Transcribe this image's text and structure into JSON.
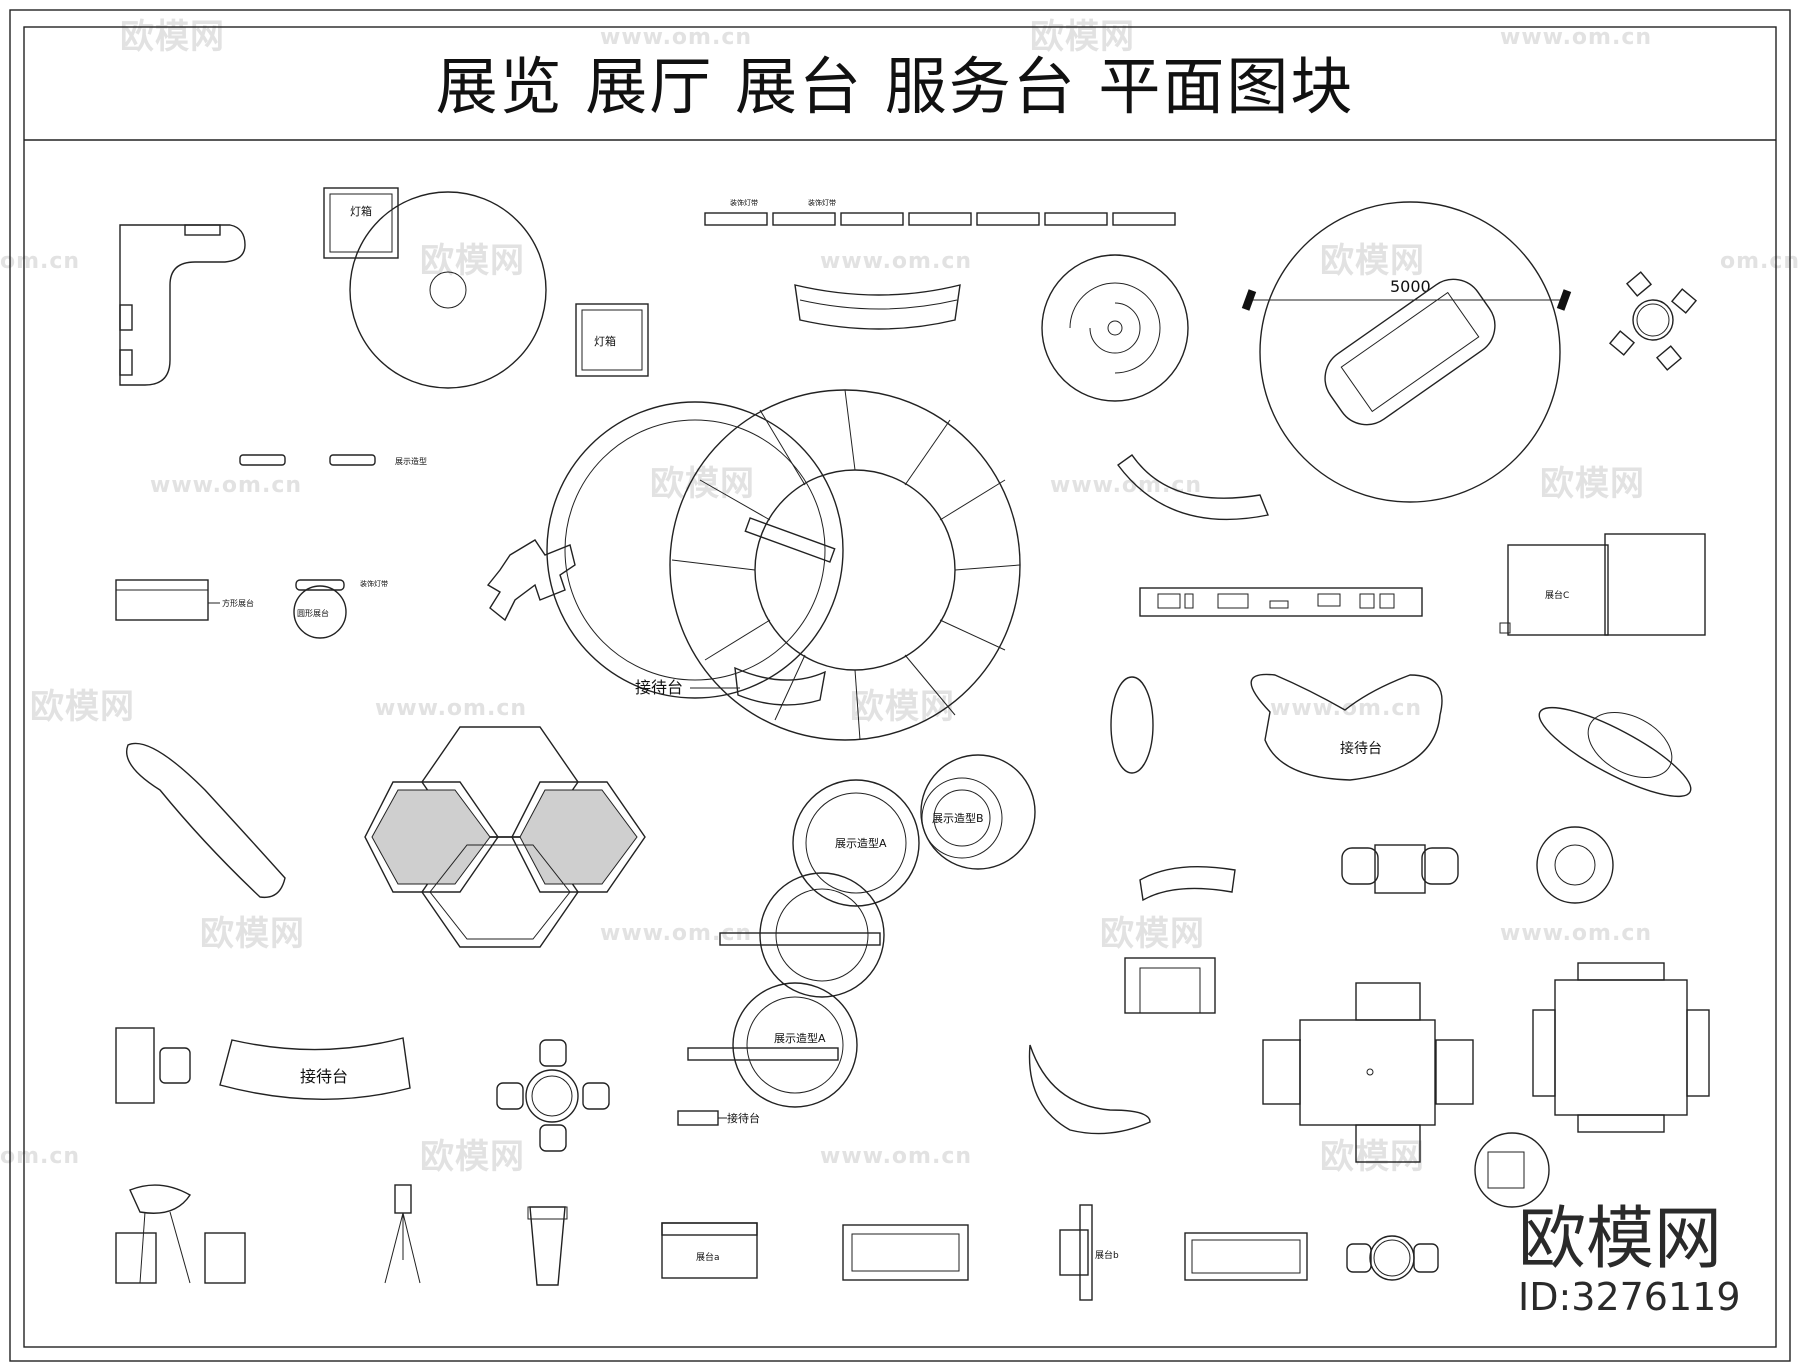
{
  "title": "展览 展厅 展台 服务台 平面图块",
  "watermark": {
    "brand": "欧模网",
    "url": "www.om.cn",
    "url_short": "om.cn",
    "id_label": "ID:3276119"
  },
  "labels": {
    "light_box_top": "灯箱",
    "light_box_mid": "灯箱",
    "reception_center": "接待台",
    "reception_right": "接待台",
    "reception_arc": "接待台",
    "reception_small": "接待台",
    "display_b": "展示造型B",
    "display_a": "展示造型A",
    "display_a2": "展示造型A",
    "booth_c": "展台C",
    "booth_a": "展台a",
    "booth_b": "展台b",
    "rect_booth": "方形展台",
    "round_booth": "圆形展台",
    "dim_5000": "5000",
    "side_strip_a": "展示造型",
    "side_strip_b": "装饰灯带",
    "top_strip_a": "装饰灯带",
    "top_strip_b": "装饰灯带"
  },
  "colors": {
    "line": "#222222",
    "watermark": "#e2e2e2",
    "background": "#ffffff"
  }
}
